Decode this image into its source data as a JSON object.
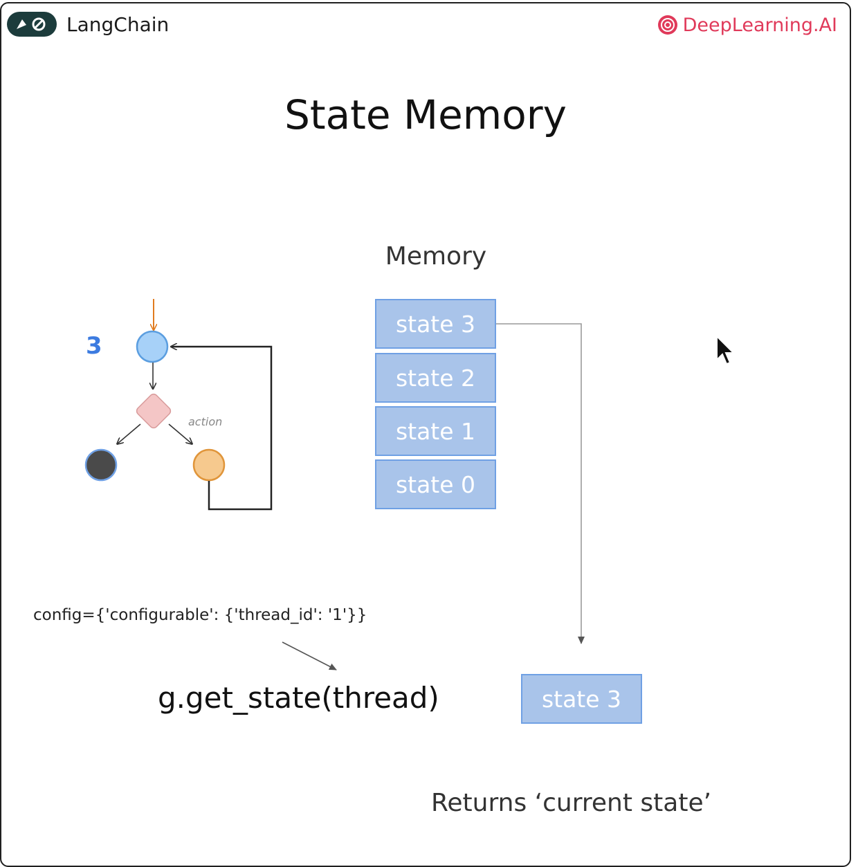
{
  "header": {
    "left_brand": "LangChain",
    "right_brand": "DeepLearning.AI",
    "right_brand_color": "#e03a5a"
  },
  "title": "State Memory",
  "memory": {
    "label": "Memory",
    "states": [
      "state 3",
      "state 2",
      "state 1",
      "state 0"
    ]
  },
  "graph": {
    "step_number": "3",
    "edge_label": "action"
  },
  "code": {
    "config": "config={'configurable': {'thread_id': '1'}}",
    "call": "g.get_state(thread)"
  },
  "result": {
    "state": "state 3",
    "caption": "Returns ‘current state’"
  },
  "colors": {
    "state_fill": "#a9c4ea",
    "state_border": "#6fa0e4",
    "node_start": "#a7d1f8",
    "node_decision": "#f4c6c6",
    "node_end": "#4a4a4a",
    "node_action": "#f6c98e",
    "entry_arrow": "#e07b1f",
    "step_number": "#3c7be0"
  }
}
